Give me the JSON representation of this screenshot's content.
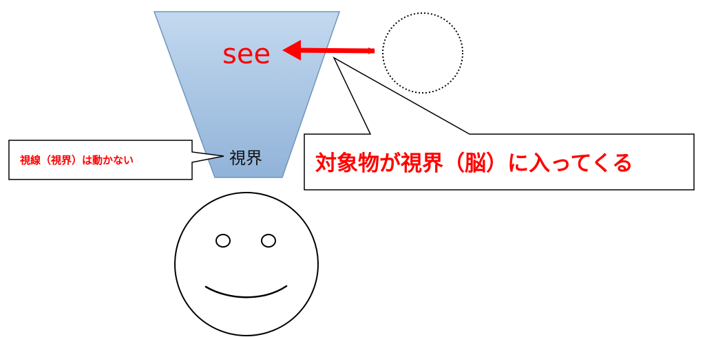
{
  "diagram": {
    "see_label": "see",
    "field_label": "視界",
    "left_callout": "視線（視界）は動かない",
    "right_callout": "対象物が視界（脳）に入ってくる",
    "colors": {
      "cone_top": "#c3d9ef",
      "cone_bottom": "#91b3d9",
      "cone_border": "#6f95bd",
      "arrow": "#ff0000",
      "callout_text": "#ff0000",
      "see_text": "#ff0000",
      "outline": "#000000"
    },
    "icons": {
      "object": "dotted-circle",
      "viewer": "smiley-face"
    }
  }
}
